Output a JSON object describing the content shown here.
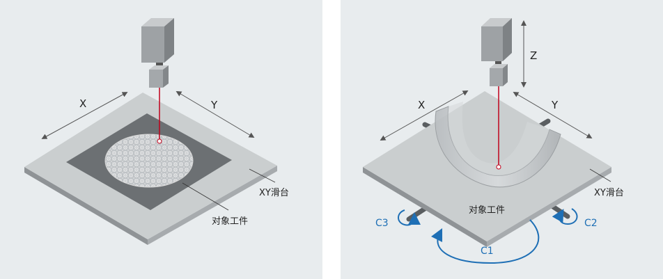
{
  "left_panel": {
    "axis_x": "X",
    "axis_y": "Y",
    "stage_label": "XY滑台",
    "object_label": "对象工件"
  },
  "right_panel": {
    "axis_x": "X",
    "axis_y": "Y",
    "axis_z": "Z",
    "stage_label": "XY滑台",
    "object_label": "对象工件",
    "rot_c1": "C1",
    "rot_c2": "C2",
    "rot_c3": "C3"
  },
  "colors": {
    "background": "#e8ecee",
    "stage_top": "#c9cdd0",
    "laser": "#c0001a",
    "rotation_arrows": "#1e6fb5"
  }
}
